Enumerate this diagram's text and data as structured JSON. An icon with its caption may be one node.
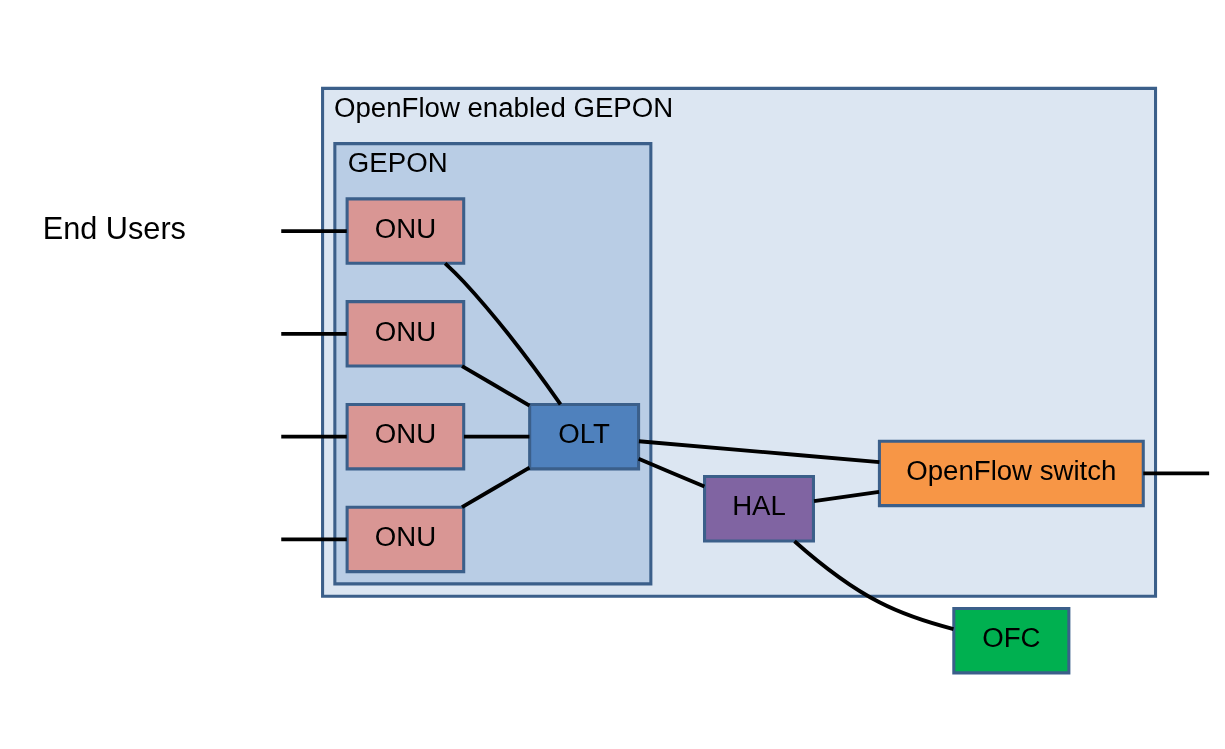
{
  "diagram": {
    "nodes": [
      {
        "text": [
          "OpenFlow enabled GEPON"
        ]
      },
      {
        "text": [
          "GEPON"
        ],
        "in": 0
      },
      {
        "text": [
          "ONU"
        ],
        "in": 1
      },
      {
        "text": [
          "ONU"
        ],
        "in": 1
      },
      {
        "text": [
          "ONU"
        ],
        "in": 1
      },
      {
        "text": [
          "ONU"
        ],
        "in": 1
      },
      {
        "text": [
          "OLT"
        ],
        "in": 1
      },
      {
        "text": [
          "HAL"
        ],
        "in": 0
      },
      {
        "text": [
          "OpenFlow switch"
        ],
        "in": 0
      },
      {
        "text": [
          "OFC"
        ]
      }
    ],
    "edges": [
      {
        "from": null,
        "to": 2,
        "arrow": "none"
      },
      {
        "from": null,
        "to": 3,
        "arrow": "none"
      },
      {
        "from": null,
        "to": 4,
        "arrow": "none"
      },
      {
        "from": null,
        "to": 5,
        "arrow": "none"
      },
      {
        "from": 2,
        "to": 6,
        "arrow": "none"
      },
      {
        "from": 3,
        "to": 6,
        "arrow": "none"
      },
      {
        "from": 4,
        "to": 6,
        "arrow": "none"
      },
      {
        "from": 5,
        "to": 6,
        "arrow": "none"
      },
      {
        "from": 6,
        "to": 7,
        "arrow": "none"
      },
      {
        "from": 6,
        "to": 8,
        "arrow": "none"
      },
      {
        "from": 7,
        "to": 9,
        "arrow": "none"
      },
      {
        "from": 7,
        "to": 8,
        "arrow": "none"
      },
      {
        "from": 8,
        "to": null,
        "arrow": "none"
      }
    ],
    "labels": [
      "End Users"
    ]
  }
}
